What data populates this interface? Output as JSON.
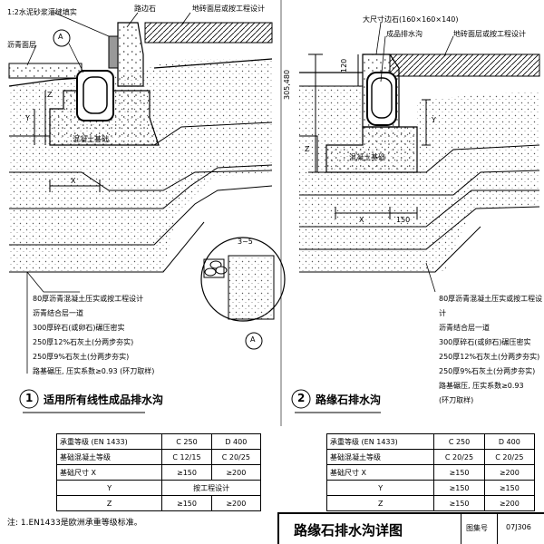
{
  "left": {
    "top_labels": [
      "1:2水泥砂浆灌缝填实",
      "路边石",
      "地砖面层或按工程设计",
      "沥青面层"
    ],
    "detail_marker": "A",
    "base_label": "混凝土基础",
    "dim_x": "X",
    "dim_y": "Y",
    "dim_z": "Z",
    "detail_dim": "3~5",
    "layers": [
      "80厚沥青混凝土压实或按工程设计",
      "沥青结合层一道",
      "300厚碎石(或卵石)碾压密实",
      "250厚12%石灰土(分两步夯实)",
      "250厚9%石灰土(分两步夯实)",
      "路基碾压, 压实系数≥0.93 (环刀取样)"
    ],
    "caption_num": "1",
    "caption": "适用所有线性成品排水沟"
  },
  "right": {
    "top_labels": [
      "大尺寸边石(160×160×140)",
      "成品排水沟",
      "地砖面层或按工程设计"
    ],
    "dim_side": "305,480",
    "dim_120": "120",
    "dim_150": "150",
    "base_label": "混凝土基础",
    "dim_x": "X",
    "dim_y": "Y",
    "dim_z": "Z",
    "layers": [
      "80厚沥青混凝土压实或按工程设计",
      "沥青结合层一道",
      "300厚碎石(或卵石)碾压密实",
      "250厚12%石灰土(分两步夯实)",
      "250厚9%石灰土(分两步夯实)",
      "路基碾压, 压实系数≥0.93",
      "(环刀取样)"
    ],
    "caption_num": "2",
    "caption": "路缘石排水沟"
  },
  "table_left": {
    "rows": [
      [
        "承重等级  (EN 1433)",
        "C 250",
        "D 400"
      ],
      [
        "基础混凝土等级",
        "C 12/15",
        "C 20/25"
      ],
      [
        "基础尺寸    X",
        "≥150",
        "≥200"
      ],
      [
        "Y",
        "按工程设计",
        ""
      ],
      [
        "Z",
        "≥150",
        "≥200"
      ]
    ]
  },
  "table_right": {
    "rows": [
      [
        "承重等级  (EN 1433)",
        "C 250",
        "D 400"
      ],
      [
        "基础混凝土等级",
        "C 20/25",
        "C 20/25"
      ],
      [
        "基础尺寸    X",
        "≥150",
        "≥200"
      ],
      [
        "Y",
        "≥150",
        "≥150"
      ],
      [
        "Z",
        "≥150",
        "≥200"
      ]
    ]
  },
  "notes": [
    "注: 1.EN1433是欧洲承重等级标准。"
  ],
  "title_block": {
    "title": "路缘石排水沟详图",
    "atlas_label": "图集号",
    "atlas_no": "07J306"
  }
}
